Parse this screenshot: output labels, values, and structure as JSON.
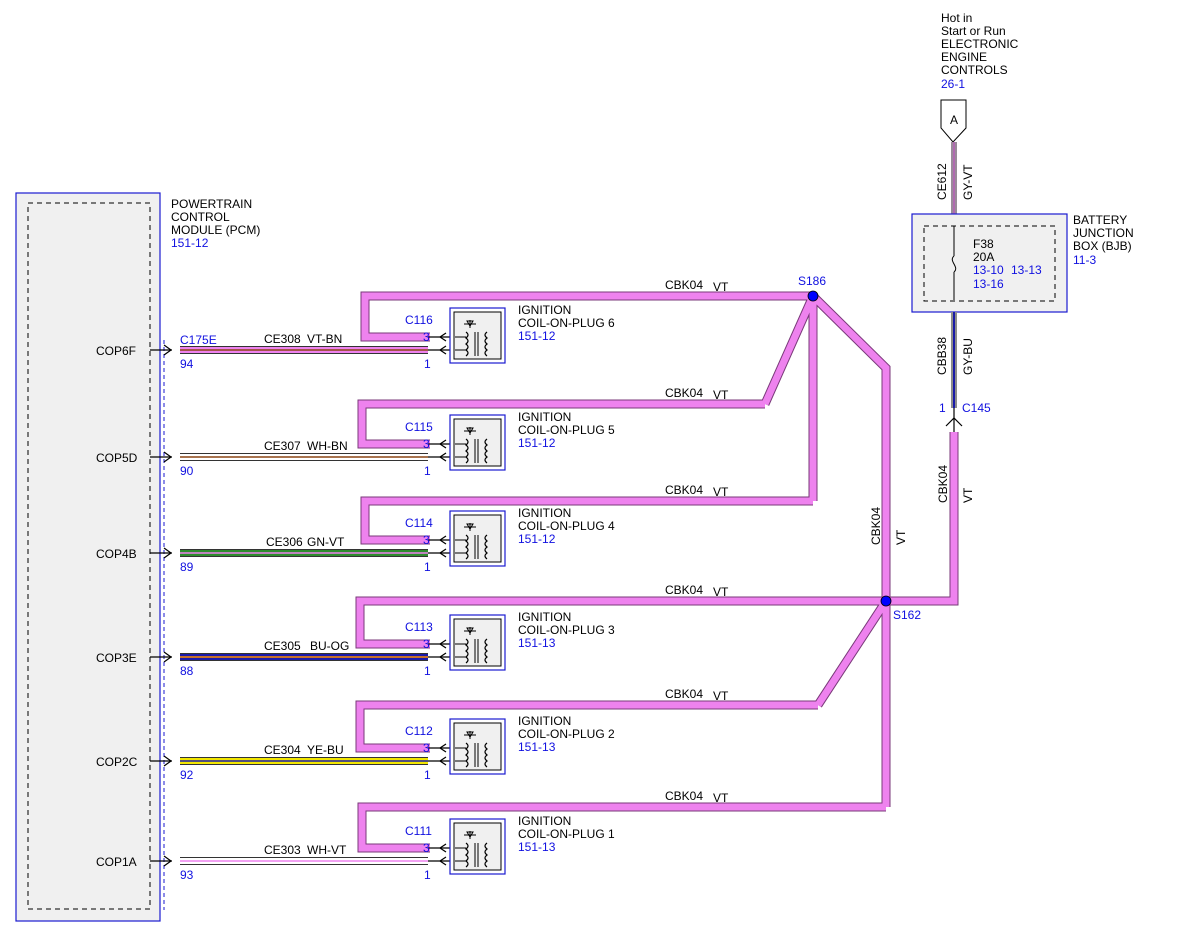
{
  "pcm": {
    "title_lines": [
      "POWERTRAIN",
      "CONTROL",
      "MODULE (PCM)"
    ],
    "ref": "151-12",
    "connector": "C175E"
  },
  "source": {
    "lines": [
      "Hot in",
      "Start or Run",
      "ELECTRONIC",
      "ENGINE",
      "CONTROLS"
    ],
    "ref": "26-1",
    "flag": "A"
  },
  "bjb": {
    "title_lines": [
      "BATTERY",
      "JUNCTION",
      "BOX (BJB)"
    ],
    "ref": "11-3",
    "fuse": "F38",
    "amps": "20A",
    "ref_a": "13-10",
    "ref_b": "13-13",
    "ref_c": "13-16"
  },
  "feed_wires": {
    "upper_circuit": "CE612",
    "upper_color": "GY-VT",
    "lower_circuit": "CBB38",
    "lower_color": "GY-BU",
    "c145": "C145",
    "c145_pin": "1"
  },
  "ground_wire": {
    "circuit": "CBK04",
    "color": "VT"
  },
  "splices": {
    "top": "S186",
    "bottom": "S162"
  },
  "coils": [
    {
      "pcm_pin_label": "COP6F",
      "pcm_pin": "94",
      "circuit": "CE308",
      "color": "VT-BN",
      "conn": "C116",
      "pin_a": "3",
      "pin_b": "1",
      "title": "IGNITION",
      "name": "COIL-ON-PLUG 6",
      "ref": "151-12",
      "wire_hex": "#ee82ee",
      "stripe_hex": "#8b4513"
    },
    {
      "pcm_pin_label": "COP5D",
      "pcm_pin": "90",
      "circuit": "CE307",
      "color": "WH-BN",
      "conn": "C115",
      "pin_a": "3",
      "pin_b": "1",
      "title": "IGNITION",
      "name": "COIL-ON-PLUG 5",
      "ref": "151-12",
      "wire_hex": "#ffffff",
      "stripe_hex": "#8b4513"
    },
    {
      "pcm_pin_label": "COP4B",
      "pcm_pin": "89",
      "circuit": "CE306",
      "color": "GN-VT",
      "conn": "C114",
      "pin_a": "3",
      "pin_b": "1",
      "title": "IGNITION",
      "name": "COIL-ON-PLUG 4",
      "ref": "151-12",
      "wire_hex": "#2e8b2e",
      "stripe_hex": "#ee82ee"
    },
    {
      "pcm_pin_label": "COP3E",
      "pcm_pin": "88",
      "circuit": "CE305",
      "color": "BU-OG",
      "conn": "C113",
      "pin_a": "3",
      "pin_b": "1",
      "title": "IGNITION",
      "name": "COIL-ON-PLUG 3",
      "ref": "151-13",
      "wire_hex": "#1a1aa8",
      "stripe_hex": "#ff8c00"
    },
    {
      "pcm_pin_label": "COP2C",
      "pcm_pin": "92",
      "circuit": "CE304",
      "color": "YE-BU",
      "conn": "C112",
      "pin_a": "3",
      "pin_b": "1",
      "title": "IGNITION",
      "name": "COIL-ON-PLUG 2",
      "ref": "151-13",
      "wire_hex": "#f2e600",
      "stripe_hex": "#1a1aa8"
    },
    {
      "pcm_pin_label": "COP1A",
      "pcm_pin": "93",
      "circuit": "CE303",
      "color": "WH-VT",
      "conn": "C111",
      "pin_a": "3",
      "pin_b": "1",
      "title": "IGNITION",
      "name": "COIL-ON-PLUG 1",
      "ref": "151-13",
      "wire_hex": "#ffffff",
      "stripe_hex": "#ee82ee"
    }
  ],
  "colors": {
    "ground_wire": "#ee82ee",
    "component_border": "#1a1ad0",
    "component_fill": "#f0f0f0",
    "reference_text": "#1010e0",
    "splice_dot": "#0000ff"
  }
}
